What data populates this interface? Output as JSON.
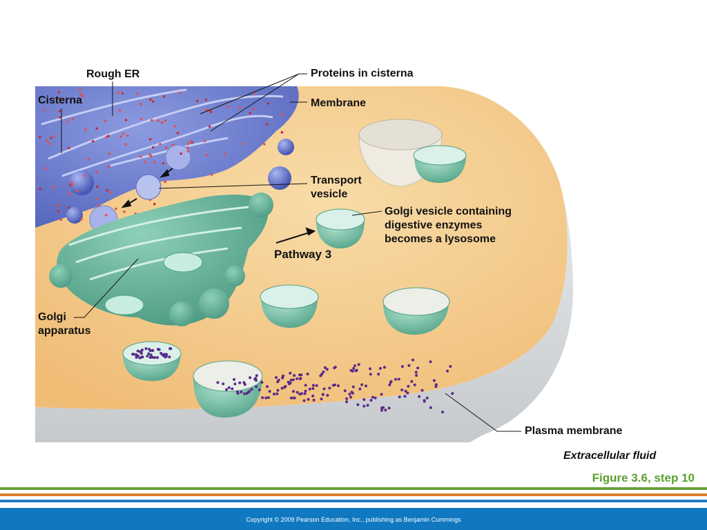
{
  "labels": {
    "rough_er": "Rough ER",
    "cisterna": "Cisterna",
    "proteins_in_cisterna": "Proteins in cisterna",
    "membrane": "Membrane",
    "transport_vesicle": "Transport\nvesicle",
    "golgi_vesicle": "Golgi vesicle containing\ndigestive enzymes\nbecomes a lysosome",
    "pathway": "Pathway 3",
    "golgi_apparatus": "Golgi\napparatus",
    "plasma_membrane": "Plasma membrane",
    "extracellular_fluid": "Extracellular fluid"
  },
  "figure_caption": "Figure 3.6, step 10",
  "copyright": "Copyright © 2009 Pearson Education, Inc., publishing as Benjamin Cummings",
  "colors": {
    "cytoplasm": "#f3c887",
    "cell_surface": "#d9dcde",
    "rough_er": "#6f7fd0",
    "golgi": "#5fae96",
    "enzyme_dots": "#5a2a8a",
    "stripe_green": "#6aa03a",
    "stripe_orange": "#e07f2a",
    "stripe_blue": "#1f7fc4",
    "caption_green": "#5aa02c"
  }
}
